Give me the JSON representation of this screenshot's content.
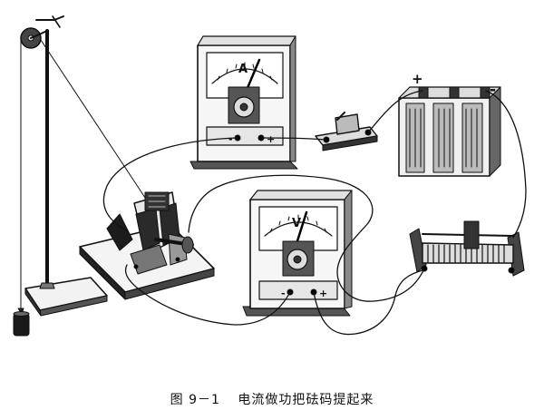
{
  "caption": {
    "figure_number": "图 9－1",
    "title": "电流做功把砝码提起来"
  },
  "ammeter": {
    "dial_letter": "A",
    "terminal_minus": "-",
    "terminal_plus": "+"
  },
  "voltmeter": {
    "dial_letter": "V",
    "terminal_minus": "-",
    "terminal_plus": "+"
  },
  "battery": {
    "terminal_plus": "+",
    "terminal_minus": "-"
  }
}
